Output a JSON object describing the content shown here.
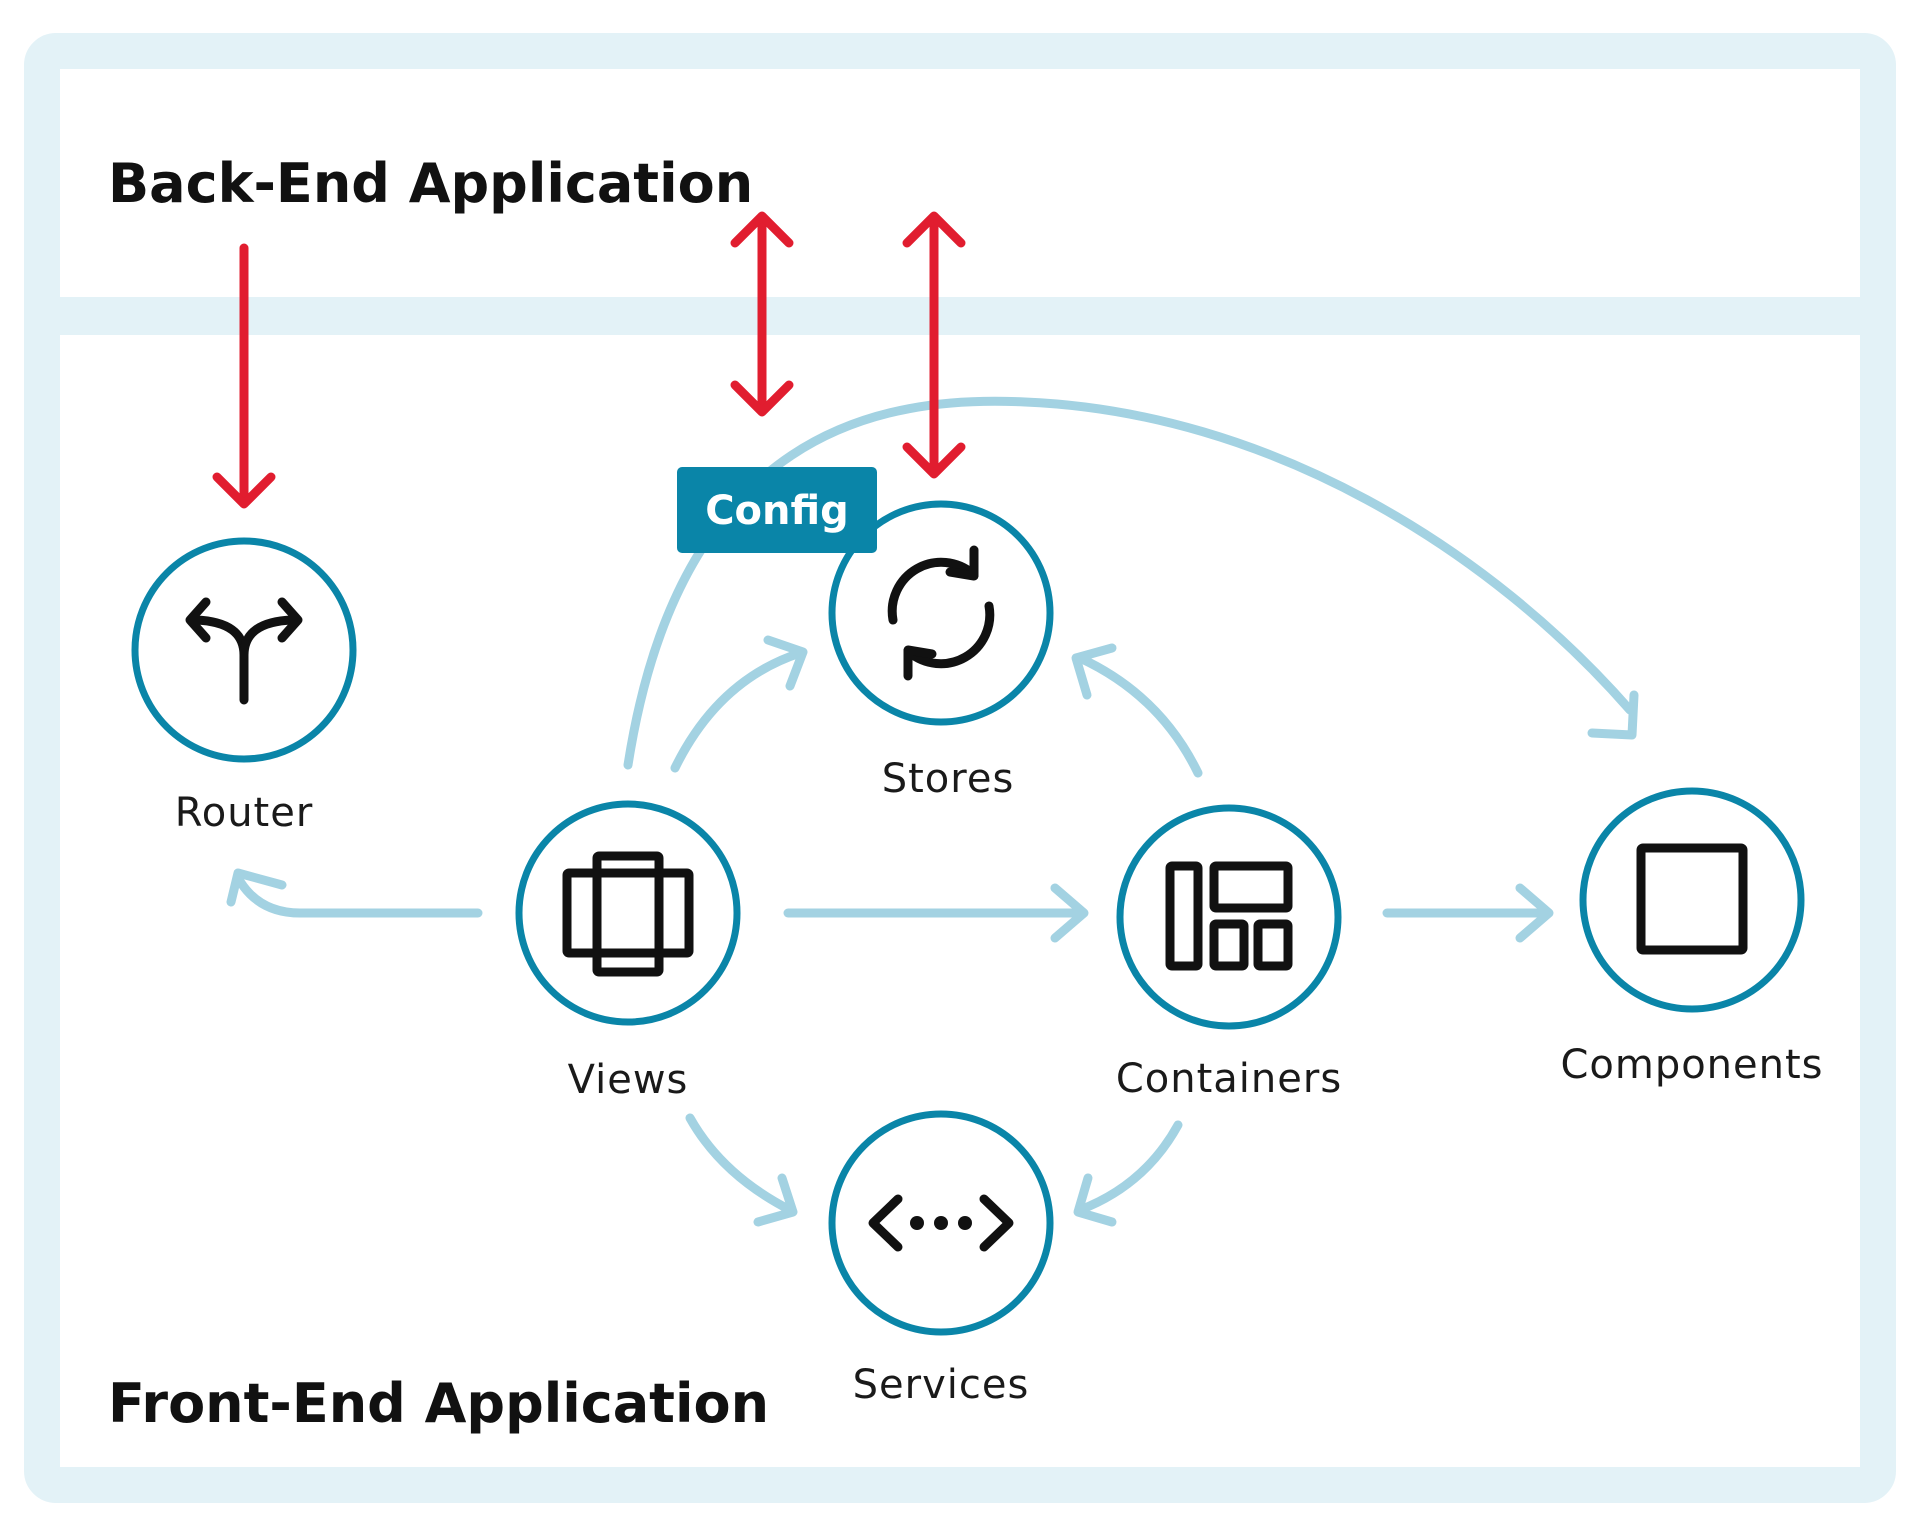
{
  "sections": {
    "back_end": {
      "title": "Back-End Application"
    },
    "front_end": {
      "title": "Front-End Application"
    }
  },
  "badge": {
    "label": "Config"
  },
  "nodes": {
    "router": {
      "label": "Router",
      "icon": "fork-arrows-icon"
    },
    "stores": {
      "label": "Stores",
      "icon": "refresh-icon"
    },
    "views": {
      "label": "Views",
      "icon": "carousel-icon"
    },
    "containers": {
      "label": "Containers",
      "icon": "layout-grid-icon"
    },
    "components": {
      "label": "Components",
      "icon": "square-icon"
    },
    "services": {
      "label": "Services",
      "icon": "code-dots-icon"
    }
  },
  "colors": {
    "frame": "#e3f2f7",
    "node_ring": "#0a85a8",
    "badge": "#0a85a8",
    "flow_arrow": "#a3d2e2",
    "api_arrow": "#e11d2f",
    "icon": "#111111"
  }
}
